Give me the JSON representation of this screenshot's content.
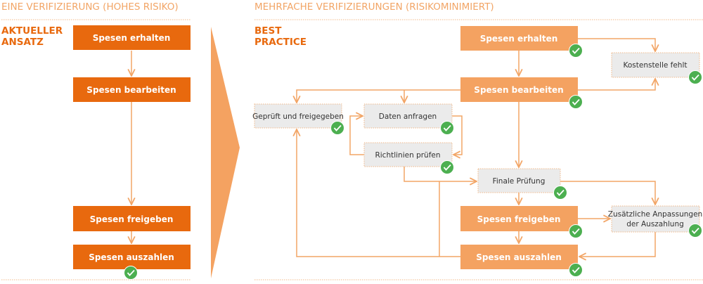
{
  "left": {
    "title": "EINE VERIFIZIERUNG (HOHES RISIKO)",
    "side_label": [
      "AKTUELLER",
      "ANSATZ"
    ],
    "steps": [
      "Spesen erhalten",
      "Spesen bearbeiten",
      "Spesen freigeben",
      "Spesen auszahlen"
    ]
  },
  "right": {
    "title": "MEHRFACHE VERIFIZIERUNGEN (RISIKOMINIMIERT)",
    "side_label": [
      "BEST",
      "PRACTICE"
    ],
    "main_steps": [
      "Spesen erhalten",
      "Spesen bearbeiten",
      "Spesen freigeben",
      "Spesen auszahlen"
    ],
    "checks": [
      "Kostenstelle fehlt",
      "Geprüft und freigegeben",
      "Daten anfragen",
      "Richtlinien prüfen",
      "Finale Prüfung",
      [
        "Zusätzliche Anpassungen",
        "der Auszahlung"
      ]
    ]
  },
  "colors": {
    "primary": "#e8690e",
    "light": "#f4a261",
    "gray_box": "#ebebeb",
    "check": "#4caf50"
  },
  "icons": {
    "check": "check-circle-icon",
    "arrow": "chevron-right-shape"
  }
}
